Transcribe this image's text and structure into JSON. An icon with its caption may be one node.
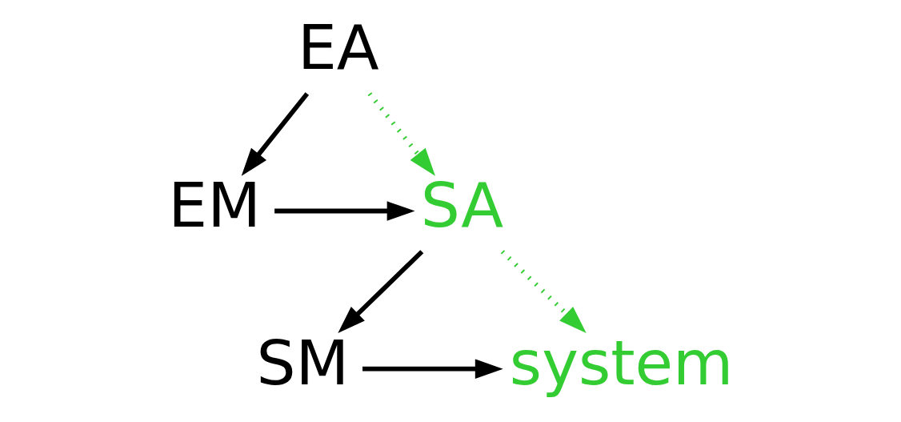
{
  "diagram": {
    "nodes": [
      {
        "text": [
          "EA"
        ]
      },
      {
        "text": [
          "EM"
        ]
      },
      {
        "text": [
          "SA"
        ]
      },
      {
        "text": [
          "SM"
        ]
      },
      {
        "text": [
          "system"
        ]
      }
    ],
    "edges": [
      {
        "from": 0,
        "to": 1,
        "arrow": "to"
      },
      {
        "from": 0,
        "to": 2,
        "arrow": "to",
        "style": "dashed",
        "color": "#33cc33"
      },
      {
        "from": 1,
        "to": 2,
        "arrow": "to"
      },
      {
        "from": 2,
        "to": 3,
        "arrow": "to"
      },
      {
        "from": 2,
        "to": 4,
        "arrow": "to",
        "style": "dashed",
        "color": "#33cc33"
      },
      {
        "from": 3,
        "to": 4,
        "arrow": "to"
      }
    ]
  }
}
